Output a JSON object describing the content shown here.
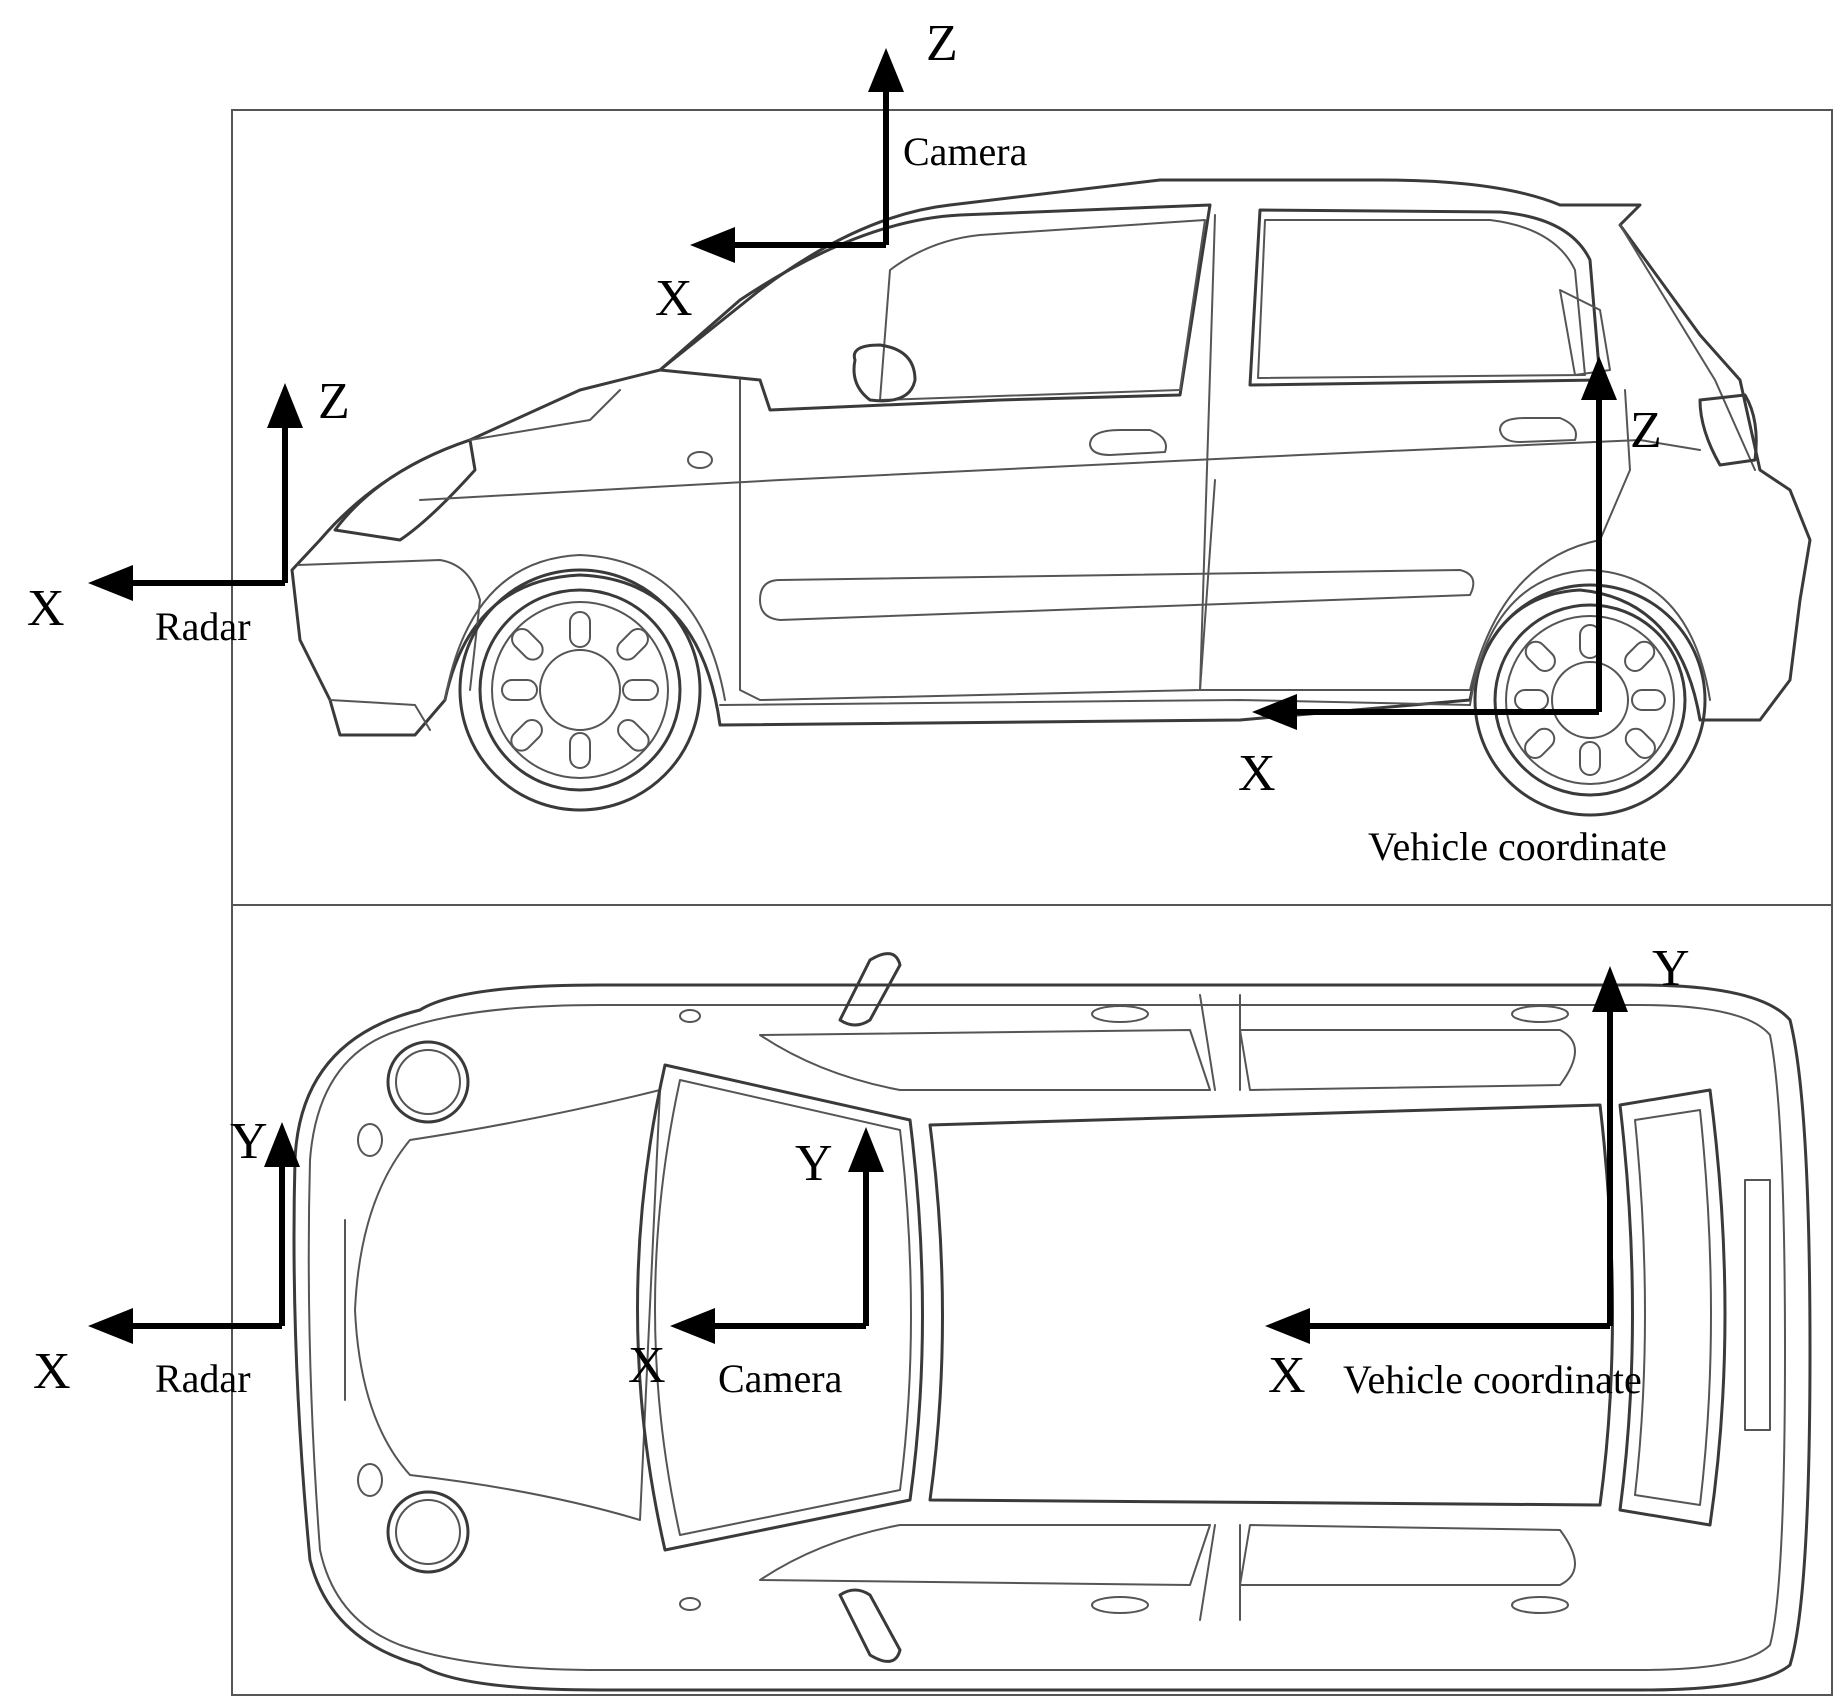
{
  "side_view": {
    "camera": {
      "name": "Camera",
      "x_label": "X",
      "z_label": "Z"
    },
    "radar": {
      "name": "Radar",
      "x_label": "X",
      "z_label": "Z"
    },
    "vehicle": {
      "name": "Vehicle coordinate",
      "x_label": "X",
      "z_label": "Z"
    }
  },
  "top_view": {
    "radar": {
      "name": "Radar",
      "x_label": "X",
      "y_label": "Y"
    },
    "camera": {
      "name": "Camera",
      "x_label": "X",
      "y_label": "Y"
    },
    "vehicle": {
      "name": "Vehicle coordinate",
      "x_label": "X",
      "y_label": "Y"
    }
  },
  "colors": {
    "axis": "#000000",
    "car_outline": "#3a3a3a",
    "frame": "#555555"
  }
}
